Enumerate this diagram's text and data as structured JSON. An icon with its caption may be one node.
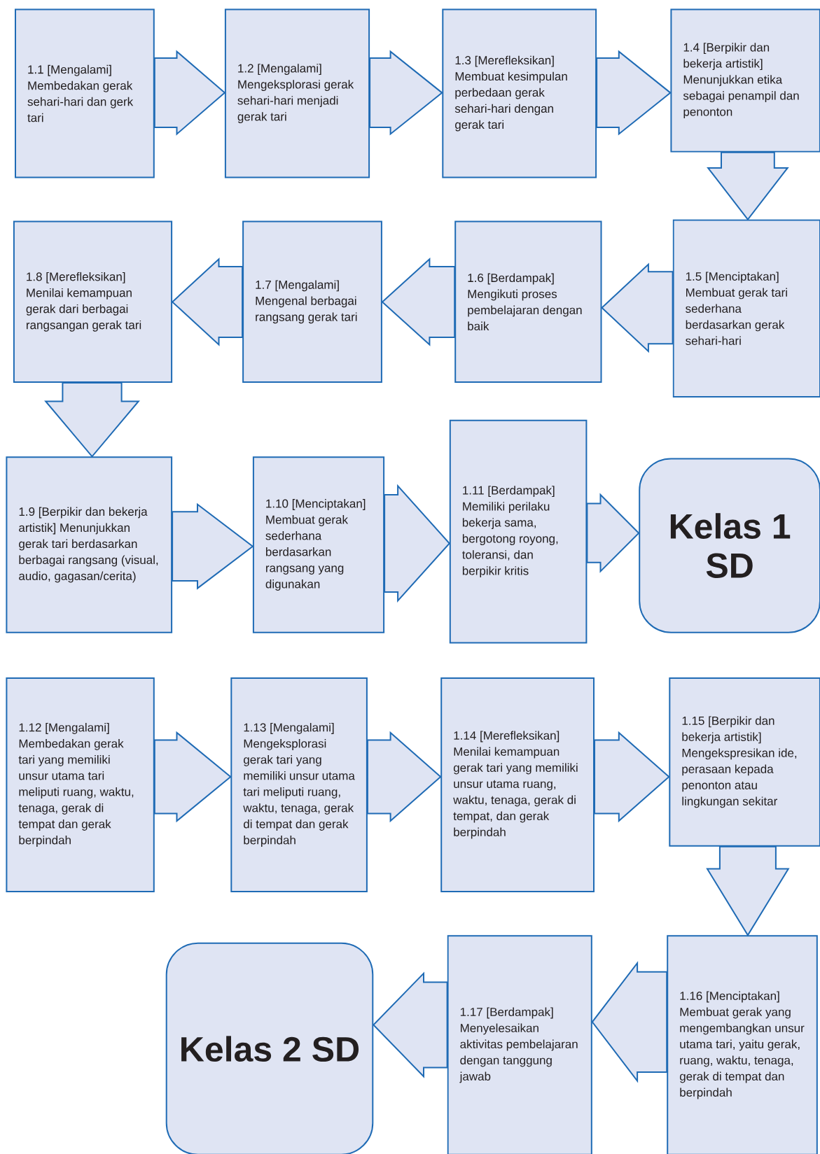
{
  "diagram": {
    "nodes": [
      {
        "text": [
          "1.1 [Mengalami] Membedakan gerak sehari-hari dan gerk tari"
        ]
      },
      {
        "text": [
          "1.2 [Mengalami] Mengeksplorasi gerak sehari-hari menjadi gerak tari"
        ]
      },
      {
        "text": [
          "1.3 [Merefleksikan] Membuat kesimpulan perbedaan gerak sehari-hari dengan gerak tari"
        ]
      },
      {
        "text": [
          "1.4 [Berpikir dan bekerja artistik] Menunjukkan etika sebagai penampil dan penonton"
        ]
      },
      {
        "text": [
          "1.5 [Menciptakan] Membuat gerak tari sederhana berdasarkan gerak sehari-hari"
        ]
      },
      {
        "text": [
          "1.6 [Berdampak] Mengikuti proses pembelajaran dengan baik"
        ]
      },
      {
        "text": [
          "1.7 [Mengalami] Mengenal berbagai rangsang gerak tari"
        ]
      },
      {
        "text": [
          "1.8 [Merefleksikan] Menilai kemampuan gerak dari berbagai rangsangan gerak tari"
        ]
      },
      {
        "text": [
          "1.9 [Berpikir dan bekerja artistik] Menunjukkan gerak tari berdasarkan berbagai rangsang (visual, audio, gagasan/cerita)"
        ]
      },
      {
        "text": [
          "1.10 [Menciptakan] Membuat gerak sederhana berdasarkan rangsang yang digunakan"
        ]
      },
      {
        "text": [
          "1.11 [Berdampak] Memiliki perilaku bekerja sama, bergotong royong, toleransi, dan berpikir kritis"
        ]
      },
      {
        "text": [
          "Kelas 1 SD"
        ]
      },
      {
        "text": [
          "1.12 [Mengalami] Membedakan gerak tari yang memiliki unsur utama tari meliputi ruang, waktu, tenaga, gerak di tempat dan gerak berpindah"
        ]
      },
      {
        "text": [
          "1.13 [Mengalami] Mengeksplorasi gerak tari yang memiliki unsur utama tari meliputi ruang, waktu, tenaga, gerak di tempat dan gerak berpindah"
        ]
      },
      {
        "text": [
          "1.14 [Merefleksikan] Menilai kemampuan gerak tari yang memiliki unsur utama ruang, waktu, tenaga, gerak di tempat, dan gerak berpindah"
        ]
      },
      {
        "text": [
          "1.15 [Berpikir dan bekerja artistik] Mengekspresikan ide, perasaan kepada penonton atau lingkungan sekitar"
        ]
      },
      {
        "text": [
          "1.16 [Menciptakan] Membuat gerak yang mengembangkan unsur utama tari, yaitu gerak, ruang, waktu, tenaga, gerak di tempat dan berpindah"
        ]
      },
      {
        "text": [
          "1.17 [Berdampak] Menyelesaikan aktivitas pembelajaran dengan tanggung jawab"
        ]
      },
      {
        "text": [
          "Kelas 2 SD"
        ]
      }
    ],
    "edges": [
      {
        "from": 0,
        "to": 1,
        "arrow": "to"
      },
      {
        "from": 1,
        "to": 2,
        "arrow": "to"
      },
      {
        "from": 2,
        "to": 3,
        "arrow": "to"
      },
      {
        "from": 3,
        "to": 4,
        "arrow": "to"
      },
      {
        "from": 4,
        "to": 5,
        "arrow": "to"
      },
      {
        "from": 5,
        "to": 6,
        "arrow": "to"
      },
      {
        "from": 6,
        "to": 7,
        "arrow": "to"
      },
      {
        "from": 7,
        "to": 8,
        "arrow": "to"
      },
      {
        "from": 8,
        "to": 9,
        "arrow": "to"
      },
      {
        "from": 9,
        "to": 10,
        "arrow": "to"
      },
      {
        "from": 10,
        "to": 11,
        "arrow": "to"
      },
      {
        "from": 12,
        "to": 13,
        "arrow": "to"
      },
      {
        "from": 13,
        "to": 14,
        "arrow": "to"
      },
      {
        "from": 14,
        "to": 15,
        "arrow": "to"
      },
      {
        "from": 15,
        "to": 16,
        "arrow": "to"
      },
      {
        "from": 16,
        "to": 17,
        "arrow": "to"
      },
      {
        "from": 17,
        "to": 18,
        "arrow": "to"
      }
    ]
  }
}
